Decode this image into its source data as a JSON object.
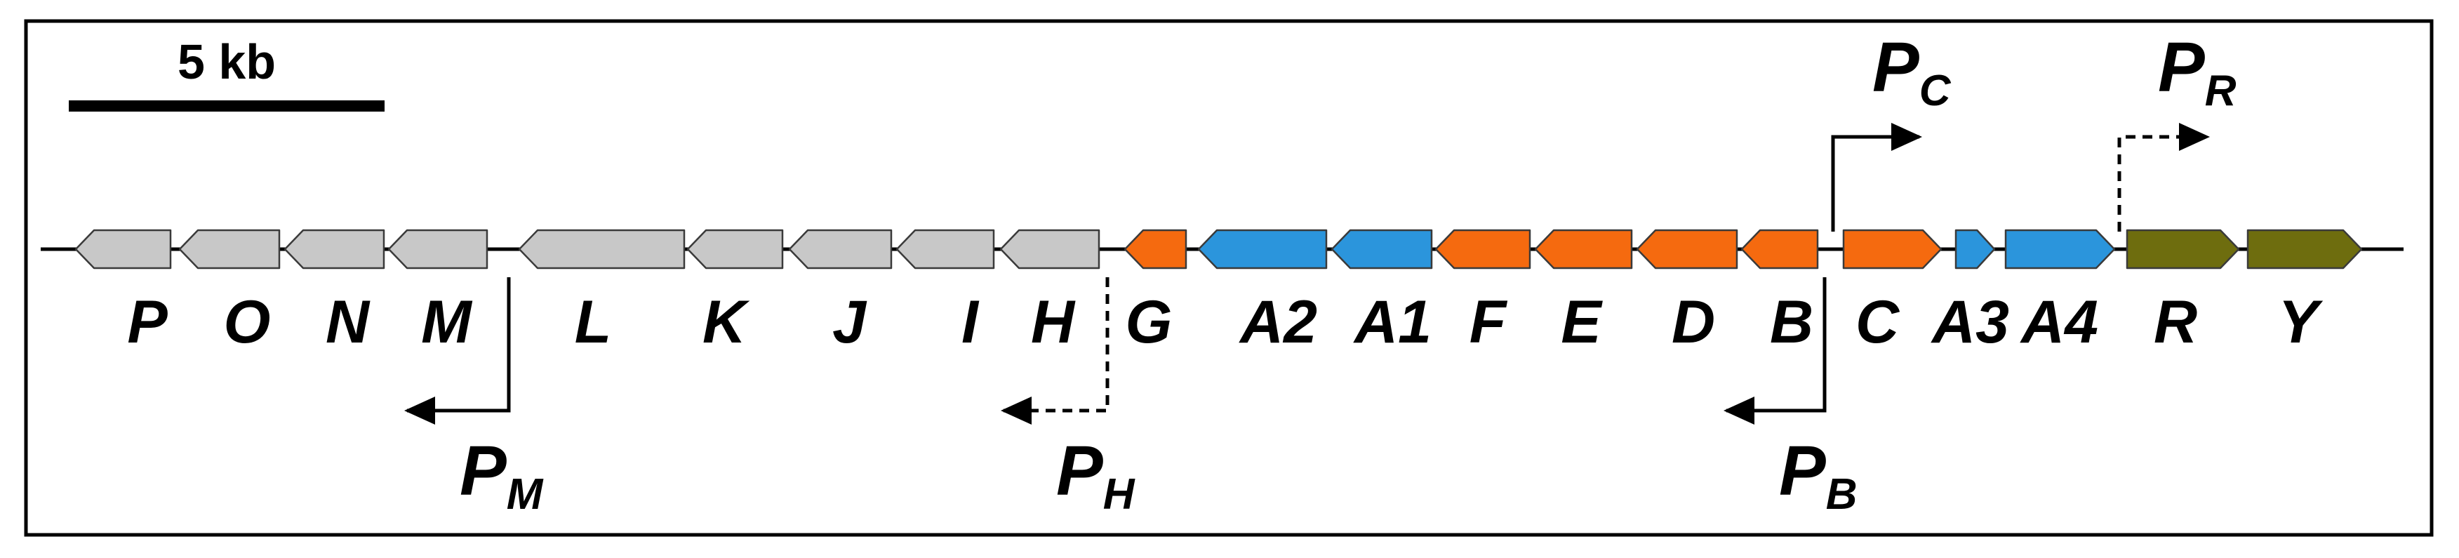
{
  "scale_bar": {
    "label": "5 kb"
  },
  "colors": {
    "grey": "#c8c8c8",
    "orange": "#f56a0f",
    "blue": "#2b95dc",
    "olive": "#6e6d0e",
    "outline": "#3a3a3a",
    "ink": "#000000"
  },
  "genes": [
    {
      "label": "P",
      "color": "grey"
    },
    {
      "label": "O",
      "color": "grey"
    },
    {
      "label": "N",
      "color": "grey"
    },
    {
      "label": "M",
      "color": "grey"
    },
    {
      "label": "L",
      "color": "grey"
    },
    {
      "label": "K",
      "color": "grey"
    },
    {
      "label": "J",
      "color": "grey"
    },
    {
      "label": "I",
      "color": "grey"
    },
    {
      "label": "H",
      "color": "grey"
    },
    {
      "label": "G",
      "color": "orange"
    },
    {
      "label": "A2",
      "color": "blue"
    },
    {
      "label": "A1",
      "color": "blue"
    },
    {
      "label": "F",
      "color": "orange"
    },
    {
      "label": "E",
      "color": "orange"
    },
    {
      "label": "D",
      "color": "orange"
    },
    {
      "label": "B",
      "color": "orange"
    },
    {
      "label": "C",
      "color": "orange"
    },
    {
      "label": "A3",
      "color": "blue"
    },
    {
      "label": "A4",
      "color": "blue"
    },
    {
      "label": "R",
      "color": "olive"
    },
    {
      "label": "Y",
      "color": "olive"
    }
  ],
  "promoters": [
    {
      "main": "P",
      "sub": "M",
      "style": "solid"
    },
    {
      "main": "P",
      "sub": "H",
      "style": "dashed"
    },
    {
      "main": "P",
      "sub": "B",
      "style": "solid"
    },
    {
      "main": "P",
      "sub": "C",
      "style": "solid"
    },
    {
      "main": "P",
      "sub": "R",
      "style": "dashed"
    }
  ]
}
